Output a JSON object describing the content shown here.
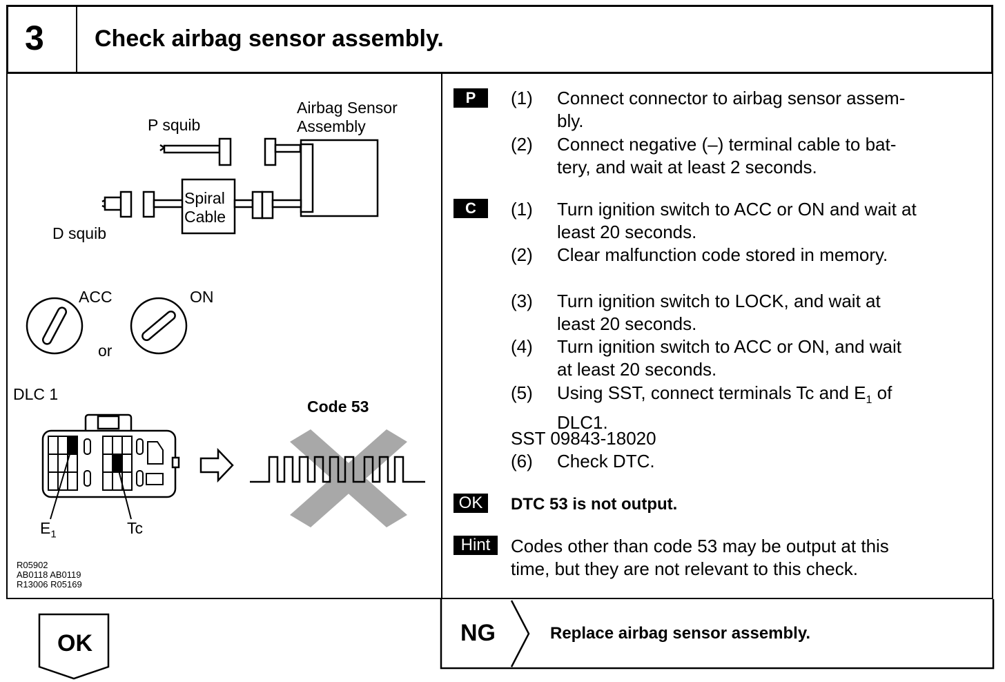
{
  "header": {
    "step_number": "3",
    "title": "Check airbag sensor assembly."
  },
  "diagram": {
    "p_squib": "P squib",
    "sensor_line1": "Airbag Sensor",
    "sensor_line2": "Assembly",
    "spiral_line1": "Spiral",
    "spiral_line2": "Cable",
    "d_squib": "D squib",
    "acc": "ACC",
    "on": "ON",
    "or": "or",
    "dlc": "DLC 1",
    "code": "Code 53",
    "e1_base": "E",
    "e1_sub": "1",
    "tc": "Tc",
    "refs": [
      "R05902",
      "AB0118 AB0119",
      "R13006 R05169"
    ]
  },
  "procedure": {
    "p_badge": "P",
    "p_steps": [
      {
        "num": "(1)",
        "lines": [
          "Connect connector to airbag sensor assem-",
          "bly."
        ]
      },
      {
        "num": "(2)",
        "lines": [
          "Connect negative (–) terminal cable to bat-",
          "tery, and wait at least 2 seconds."
        ]
      }
    ],
    "c_badge": "C",
    "c_steps": [
      {
        "num": "(1)",
        "lines": [
          "Turn ignition switch to ACC or ON and wait at",
          "least 20 seconds."
        ]
      },
      {
        "num": "(2)",
        "lines": [
          "Clear malfunction code stored in memory."
        ]
      },
      {
        "num": "(3)",
        "lines": [
          "Turn ignition switch to LOCK, and wait at",
          "least 20 seconds."
        ]
      },
      {
        "num": "(4)",
        "lines": [
          "Turn ignition switch to ACC or ON, and wait",
          "at least 20 seconds."
        ]
      },
      {
        "num": "(5)",
        "line1_pre": "Using SST, connect terminals Tc and E",
        "line1_sub": "1",
        "line1_post": " of",
        "line2": "DLC1."
      }
    ],
    "sst": "SST 09843-18020",
    "step6_num": "(6)",
    "step6_text": "Check DTC.",
    "ok_badge": "OK",
    "ok_text": "DTC 53 is not output.",
    "hint_badge": "Hint",
    "hint_lines": [
      "Codes other than code 53 may be output at this",
      "time, but they are not relevant to this check."
    ]
  },
  "result": {
    "ok_label": "OK",
    "ng_label": "NG",
    "ng_action": "Replace airbag sensor assembly."
  }
}
